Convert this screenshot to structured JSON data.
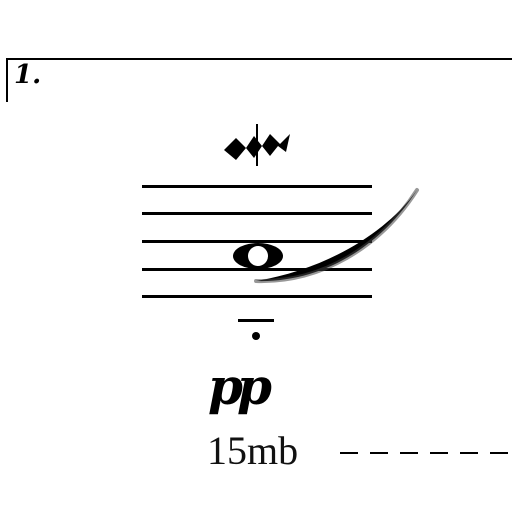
{
  "measure": {
    "number": "1."
  },
  "dynamic": {
    "marking": "pp"
  },
  "octave": {
    "label": "15mb"
  },
  "symbols": {
    "top": "trill-mordent-icon",
    "note": "whole-note-icon",
    "slur": "tie-curve-icon",
    "ledger": "ledger-line-with-dot"
  },
  "colors": {
    "ink": "#000000",
    "background": "#ffffff"
  }
}
